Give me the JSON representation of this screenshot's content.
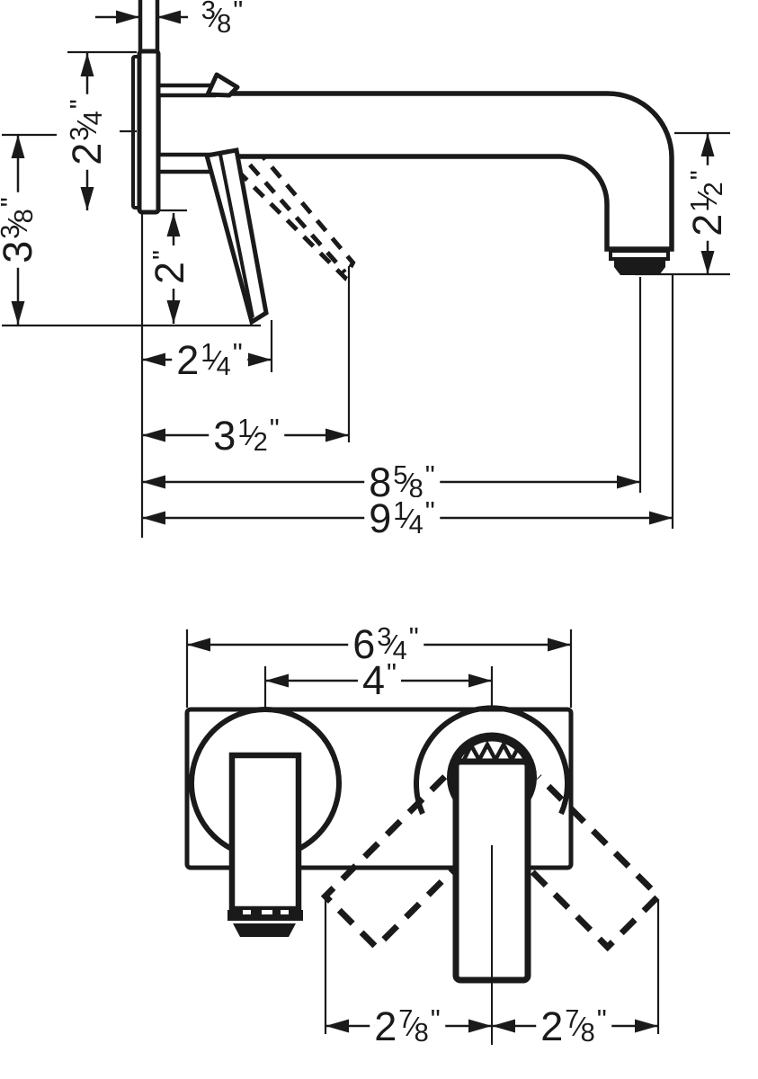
{
  "drawing": {
    "kind": "technical-dimension-drawing",
    "units": "inches",
    "line_color": "#1a1a1a",
    "background": "#ffffff",
    "views": {
      "side": {
        "dims": {
          "pipe_width": {
            "w": "",
            "n": "3",
            "d": "8",
            "u": "\""
          },
          "plate_height": {
            "w": "2",
            "n": "3",
            "d": "4",
            "u": "\""
          },
          "overall_drop": {
            "w": "3",
            "n": "3",
            "d": "8",
            "u": "\""
          },
          "handle_length": {
            "w": "2",
            "n": "",
            "d": "",
            "u": "\""
          },
          "handle_reach": {
            "w": "2",
            "n": "1",
            "d": "4",
            "u": "\""
          },
          "handle_swing": {
            "w": "3",
            "n": "1",
            "d": "2",
            "u": "\""
          },
          "spout_to_outlet": {
            "w": "8",
            "n": "5",
            "d": "8",
            "u": "\""
          },
          "spout_reach": {
            "w": "9",
            "n": "1",
            "d": "4",
            "u": "\""
          },
          "outlet_height": {
            "w": "2",
            "n": "1",
            "d": "2",
            "u": "\""
          }
        }
      },
      "front": {
        "dims": {
          "plate_width": {
            "w": "6",
            "n": "3",
            "d": "4",
            "u": "\""
          },
          "center_distance": {
            "w": "4",
            "n": "",
            "d": "",
            "u": "\""
          },
          "handle_swing_left": {
            "w": "2",
            "n": "7",
            "d": "8",
            "u": "\""
          },
          "handle_swing_right": {
            "w": "2",
            "n": "7",
            "d": "8",
            "u": "\""
          }
        }
      }
    }
  }
}
